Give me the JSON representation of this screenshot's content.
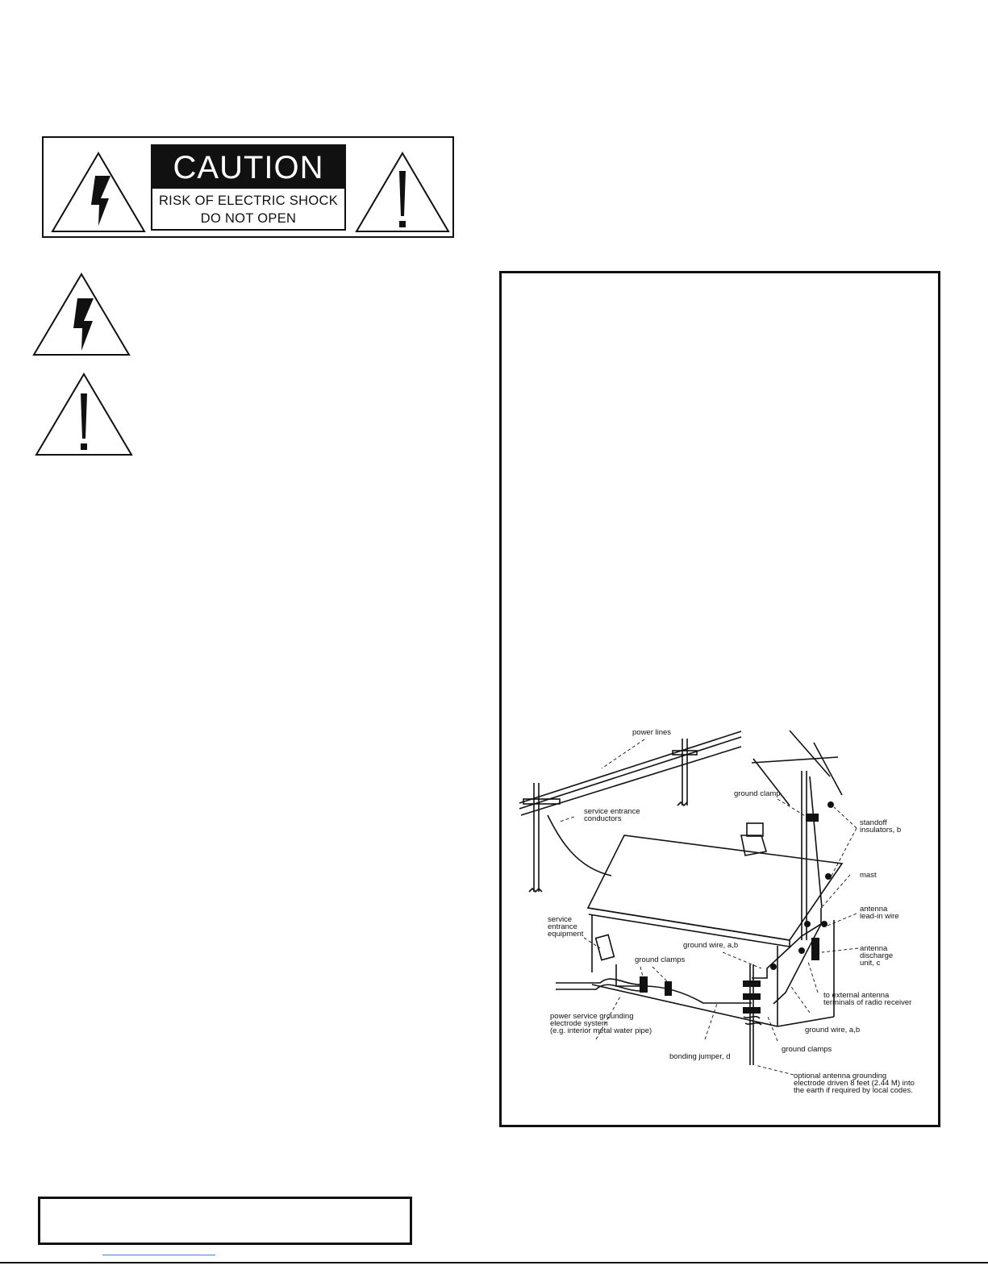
{
  "caution_label": {
    "title": "CAUTION",
    "line1": "RISK OF ELECTRIC SHOCK",
    "line2": "DO NOT OPEN"
  },
  "icons": {
    "lightning": "lightning-warning-icon",
    "exclamation": "exclamation-warning-icon"
  },
  "diagram": {
    "labels": {
      "power_lines": "power lines",
      "service_conductors_1": "service entrance",
      "service_conductors_2": "conductors",
      "ground_clamp": "ground clamp",
      "standoff_1": "standoff",
      "standoff_2": "insulators, b",
      "mast": "mast",
      "leadin_1": "antenna",
      "leadin_2": "lead-in wire",
      "service_equipment_1": "service",
      "service_equipment_2": "entrance",
      "service_equipment_3": "equipment",
      "ground_wire_top": "ground wire, a,b",
      "discharge_1": "antenna",
      "discharge_2": "discharge",
      "discharge_3": "unit, c",
      "ground_clamps_left": "ground clamps",
      "external_1": "to external antenna",
      "external_2": "terminals of radio receiver",
      "electrode_1": "power service grounding",
      "electrode_2": "electrode system",
      "electrode_3": "(e.g. interior metal water pipe)",
      "ground_wire_bottom": "ground wire, a,b",
      "ground_clamps_right": "ground clamps",
      "bonding": "bonding jumper, d",
      "optional_1": "optional antenna grounding",
      "optional_2": "electrode driven 8 feet (2.44 M) into",
      "optional_3": "the earth if required by local codes."
    }
  }
}
